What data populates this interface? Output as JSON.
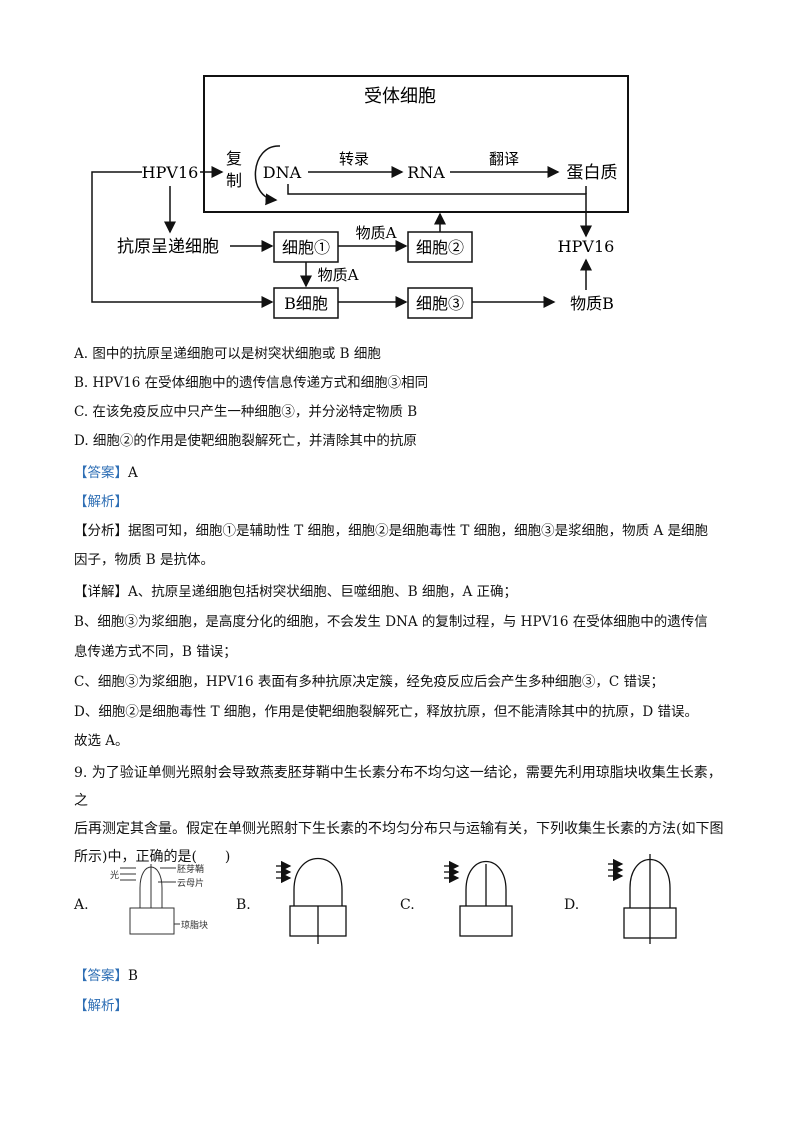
{
  "diagram": {
    "host_cell": "受体细胞",
    "hpv16": "HPV16",
    "replicate_1": "复",
    "replicate_2": "制",
    "dna": "DNA",
    "transcription": "转录",
    "rna": "RNA",
    "translation": "翻译",
    "protein": "蛋白质",
    "apc": "抗原呈递细胞",
    "cell1": "细胞①",
    "substance_a": "物质A",
    "cell2": "细胞②",
    "hpv16_2": "HPV16",
    "substance_a_2": "物质A",
    "b_cell": "B细胞",
    "cell3": "细胞③",
    "substance_b": "物质B"
  },
  "q8": {
    "options": [
      "A. 图中的抗原呈递细胞可以是树突状细胞或 B 细胞",
      "B. HPV16 在受体细胞中的遗传信息传递方式和细胞③相同",
      "C. 在该免疫反应中只产生一种细胞③，并分泌特定物质 B",
      "D. 细胞②的作用是使靶细胞裂解死亡，并清除其中的抗原"
    ],
    "answer_tag": "【答案】",
    "answer": "A",
    "analysis_tag": "【解析】",
    "analysis_label": "【分析】",
    "analysis_l1": "据图可知，细胞①是辅助性 T 细胞，细胞②是细胞毒性 T 细胞，细胞③是浆细胞，物质 A 是细胞",
    "analysis_l2": "因子，物质 B 是抗体。",
    "detail_label": "【详解】",
    "detail_a": "A、抗原呈递细胞包括树突状细胞、巨噬细胞、B 细胞，A 正确；",
    "detail_b1": "B、细胞③为浆细胞，是高度分化的细胞，不会发生 DNA 的复制过程，与 HPV16 在受体细胞中的遗传信",
    "detail_b2": "息传递方式不同，B 错误；",
    "detail_c": "C、细胞③为浆细胞，HPV16 表面有多种抗原决定簇，经免疫反应后会产生多种细胞③，C 错误；",
    "detail_d": "D、细胞②是细胞毒性 T 细胞，作用是使靶细胞裂解死亡，释放抗原，但不能清除其中的抗原，D 错误。",
    "conclusion": "故选 A。"
  },
  "q9": {
    "l1": "9. 为了验证单侧光照射会导致燕麦胚芽鞘中生长素分布不均匀这一结论，需要先利用琼脂块收集生长素，之",
    "l2": "后再测定其含量。假定在单侧光照射下生长素的不均匀分布只与运输有关，下列收集生长素的方法(如下图",
    "l3": "所示)中，正确的是(　　)",
    "fig_labels": {
      "light": "光",
      "coleoptile": "胚芽鞘",
      "mica": "云母片",
      "agar": "琼脂块"
    },
    "option_letters": [
      "A.",
      "B.",
      "C.",
      "D."
    ],
    "answer_tag": "【答案】",
    "answer": "B",
    "analysis_tag": "【解析】"
  }
}
